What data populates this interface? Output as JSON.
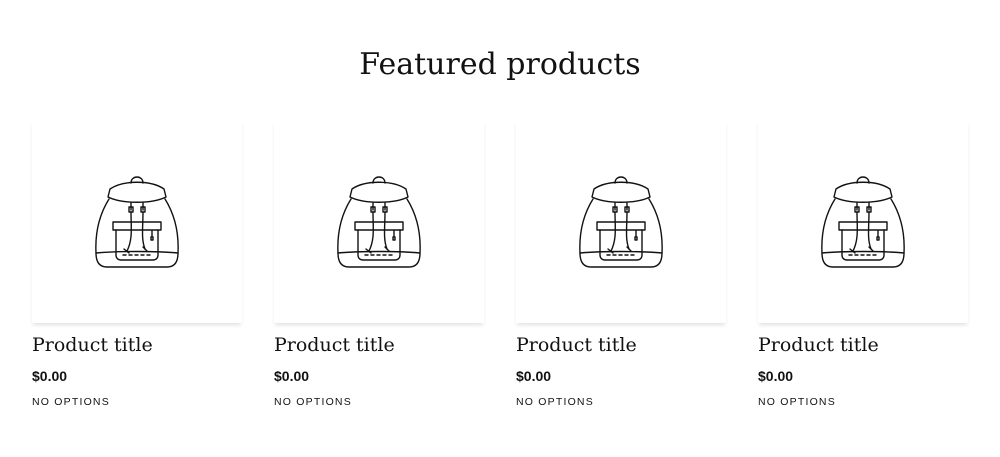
{
  "section": {
    "title": "Featured products"
  },
  "products": [
    {
      "title": "Product title",
      "price": "$0.00",
      "options": "NO OPTIONS",
      "image_icon": "backpack-icon"
    },
    {
      "title": "Product title",
      "price": "$0.00",
      "options": "NO OPTIONS",
      "image_icon": "backpack-icon"
    },
    {
      "title": "Product title",
      "price": "$0.00",
      "options": "NO OPTIONS",
      "image_icon": "backpack-icon"
    },
    {
      "title": "Product title",
      "price": "$0.00",
      "options": "NO OPTIONS",
      "image_icon": "backpack-icon"
    }
  ]
}
